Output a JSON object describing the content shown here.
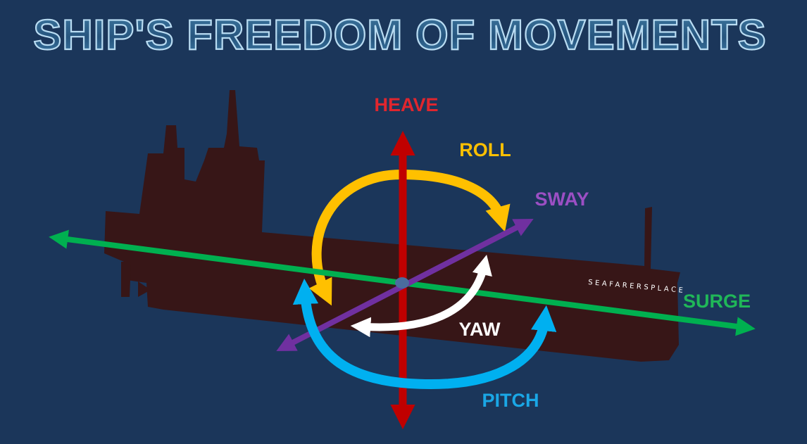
{
  "title": "SHIP'S FREEDOM OF MOVEMENTS",
  "watermark": "SEAFARERSPLACE",
  "labels": {
    "heave": "HEAVE",
    "roll": "ROLL",
    "sway": "SWAY",
    "surge": "SURGE",
    "yaw": "YAW",
    "pitch": "PITCH"
  },
  "colors": {
    "background": "#1b365a",
    "ship": "#371617",
    "heave": "#c00000",
    "roll": "#ffc000",
    "sway": "#7030a0",
    "surge": "#00b050",
    "yaw": "#ffffff",
    "pitch": "#00b0f0"
  }
}
